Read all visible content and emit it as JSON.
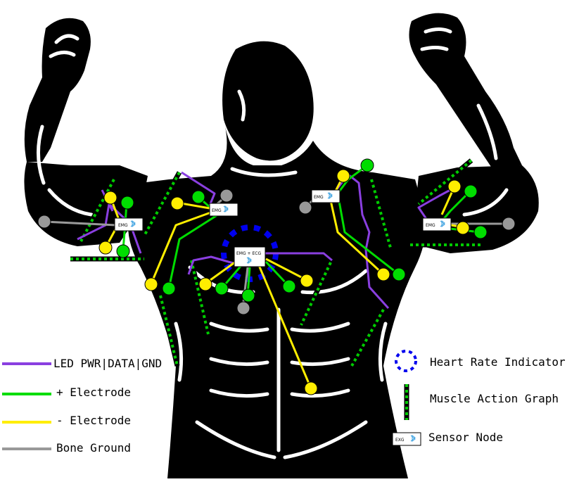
{
  "colors": {
    "silhouette": "#000000",
    "highlight": "#ffffff",
    "led": "#8a3fe0",
    "plus_electrode": "#00dd00",
    "minus_electrode": "#ffee00",
    "bone_ground": "#999999",
    "heart_rate": "#0000ee",
    "graph_dash": "#00cc00",
    "bluetooth": "#3aa0e0"
  },
  "nodes": {
    "left_arm": "EMG",
    "left_chest": "EMG",
    "center": "EMG + ECG",
    "right_chest": "EMG",
    "right_arm": "EMG"
  },
  "legend": {
    "led": "LED PWR|DATA|GND",
    "plus": "+ Electrode",
    "minus": "- Electrode",
    "ground": "Bone Ground",
    "heart": "Heart Rate Indicator",
    "graph": "Muscle Action Graph",
    "sensor": "Sensor Node",
    "sensor_icon_label": "EXG"
  }
}
